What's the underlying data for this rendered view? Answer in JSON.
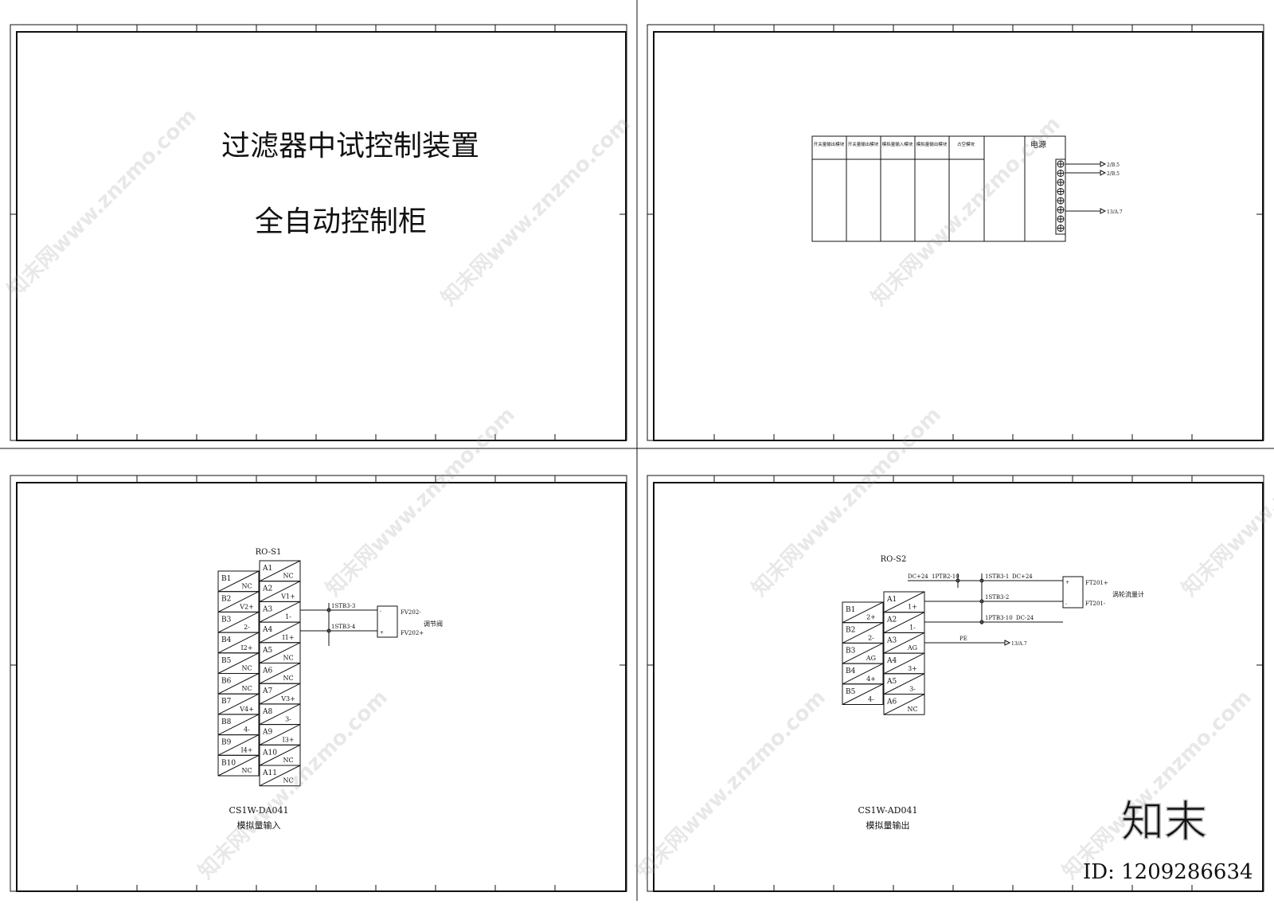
{
  "sheet1": {
    "title": "过滤器中试控制装置",
    "subtitle": "全自动控制柜"
  },
  "sheet2": {
    "modules": [
      "开关量输出模块",
      "开关量输出模块",
      "模拟量输入模块",
      "模拟量输出模块",
      "占空模块"
    ],
    "power_label": "电源",
    "wire_labels": [
      "2/B.5",
      "2/B.5",
      "13/A.7"
    ]
  },
  "sheet3": {
    "unit_label": "RO-S1",
    "b_terms": [
      "B1",
      "B2",
      "B3",
      "B4",
      "B5",
      "B6",
      "B7",
      "B8",
      "B9",
      "B10"
    ],
    "b_signals": [
      "NC",
      "V2+",
      "2-",
      "I2+",
      "NC",
      "NC",
      "V4+",
      "4-",
      "I4+",
      "NC"
    ],
    "a_terms": [
      "A1",
      "A2",
      "A3",
      "A4",
      "A5",
      "A6",
      "A7",
      "A8",
      "A9",
      "A10",
      "A11"
    ],
    "a_signals": [
      "NC",
      "V1+",
      "1-",
      "I1+",
      "NC",
      "NC",
      "V3+",
      "3-",
      "I3+",
      "NC",
      "NC"
    ],
    "wire_labels": [
      "1STB3-3",
      "1STB3-4"
    ],
    "device_pins": [
      "-",
      "+"
    ],
    "device_labels": [
      "FV202-",
      "FV202+"
    ],
    "device_name": "调节阀",
    "model": "CS1W-DA041",
    "model_desc": "模拟量输入"
  },
  "sheet4": {
    "unit_label": "RO-S2",
    "b_terms": [
      "B1",
      "B2",
      "B3",
      "B4",
      "B5"
    ],
    "b_signals": [
      "2+",
      "2-",
      "AG",
      "4+",
      "4-"
    ],
    "a_terms": [
      "A1",
      "A2",
      "A3",
      "A4",
      "A5",
      "A6"
    ],
    "a_signals": [
      "1+",
      "1-",
      "AG",
      "3+",
      "3-",
      "NC"
    ],
    "top_labels": [
      "DC+24",
      "1PTB2-10",
      "1STB3-1",
      "DC+24"
    ],
    "wire_labels": [
      "1STB3-2",
      "1PTB3-10",
      "DC-24"
    ],
    "pe_label": "PE",
    "pe_ref": "13/A.7",
    "device_pins": [
      "+",
      "-"
    ],
    "device_labels": [
      "FT201+",
      "FT201-"
    ],
    "device_name": "涡轮流量计",
    "model": "CS1W-AD041",
    "model_desc": "模拟量输出"
  },
  "watermark": {
    "site": "知末网www.znzmo.com",
    "logo": "知末",
    "id_text": "ID: 1209286634"
  }
}
